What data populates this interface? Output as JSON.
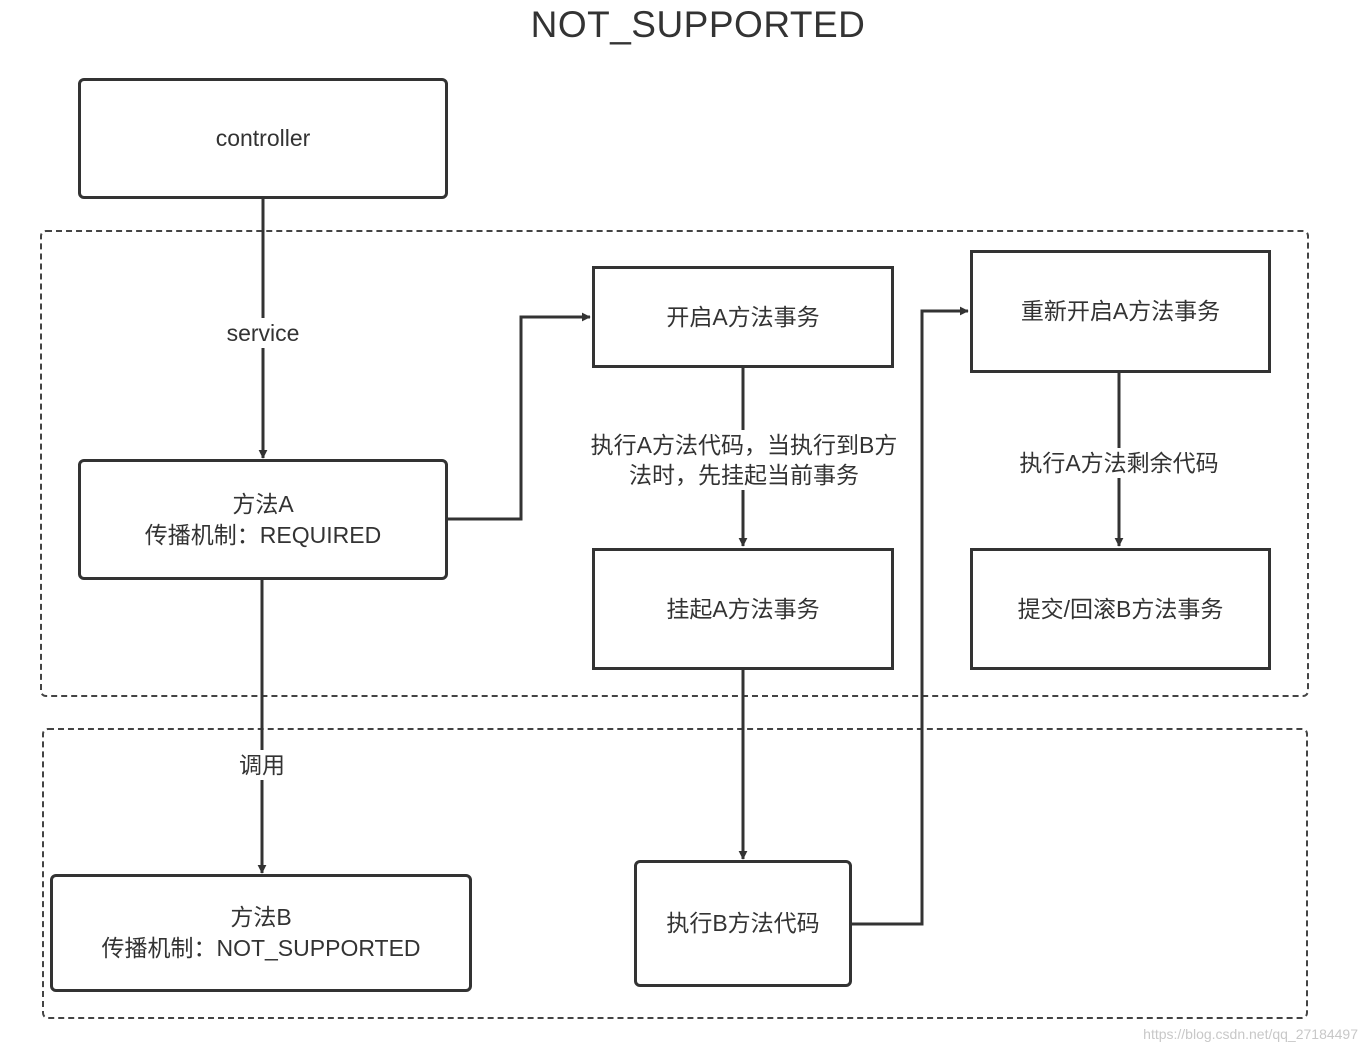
{
  "title": "NOT_SUPPORTED",
  "nodes": {
    "controller": {
      "text": "controller"
    },
    "method_a": {
      "line1": "方法A",
      "line2": "传播机制：REQUIRED"
    },
    "method_b": {
      "line1": "方法B",
      "line2": "传播机制：NOT_SUPPORTED"
    },
    "open_a_tx": {
      "text": "开启A方法事务"
    },
    "suspend_a_tx": {
      "text": "挂起A方法事务"
    },
    "exec_b_code": {
      "text": "执行B方法代码"
    },
    "reopen_a_tx": {
      "text": "重新开启A方法事务"
    },
    "commit_rollback_b": {
      "text": "提交/回滚B方法事务"
    }
  },
  "edge_labels": {
    "service": "service",
    "invoke": "调用",
    "exec_a_line1": "执行A方法代码，当执行到B方",
    "exec_a_line2": "法时，先挂起当前事务",
    "exec_a_rest": "执行A方法剩余代码"
  },
  "watermark": "https://blog.csdn.net/qq_27184497",
  "colors": {
    "stroke": "#333333",
    "dashed_border": "#444444",
    "text": "#333333",
    "background": "#ffffff"
  }
}
